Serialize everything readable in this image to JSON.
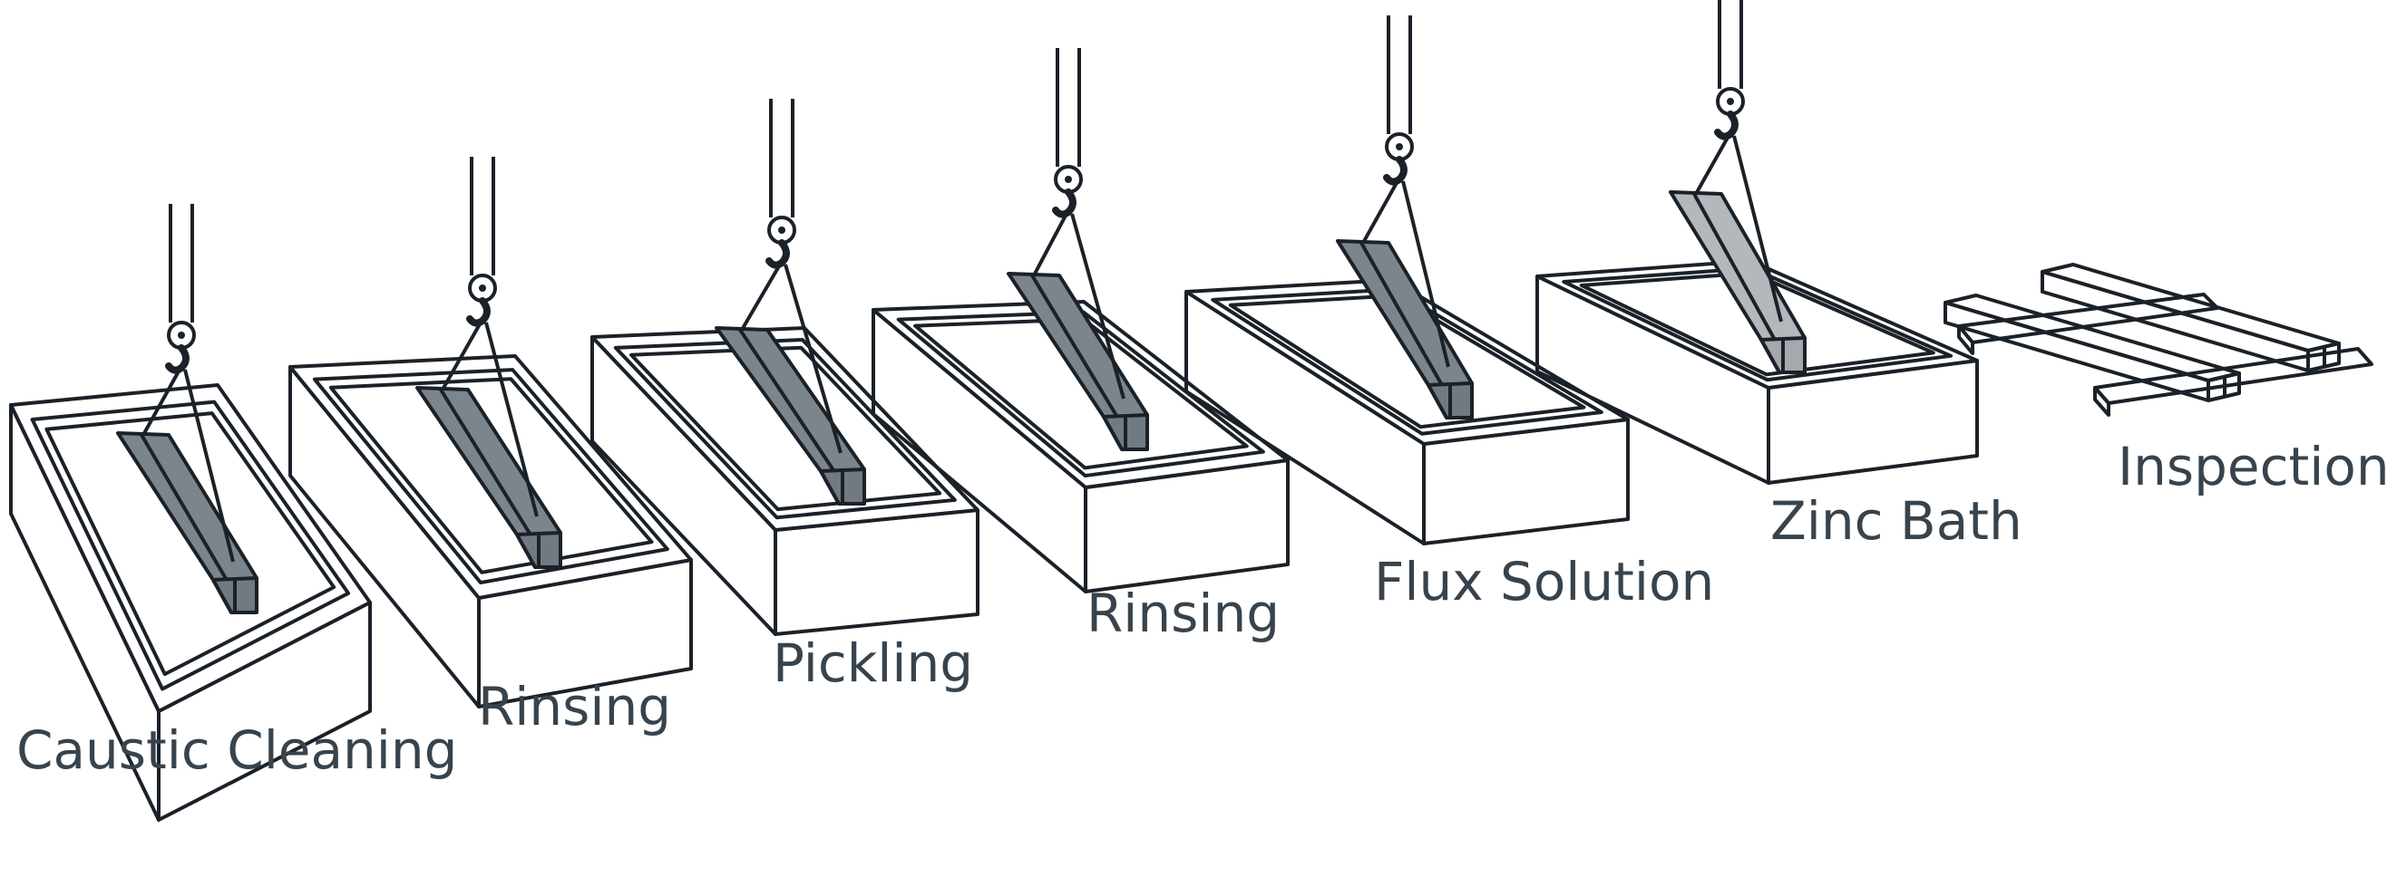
{
  "diagram": {
    "title": "",
    "stages": [
      {
        "label": "Caustic Cleaning",
        "tank_color": "#868e94",
        "tank_side": "#9aa1a6",
        "beam_color": "#7c858c"
      },
      {
        "label": "Rinsing",
        "tank_color": "#4a5862",
        "tank_side": "#56646e",
        "beam_color": "#7c858c"
      },
      {
        "label": "Pickling",
        "tank_color": "#36434b",
        "tank_side": "#404d55",
        "beam_color": "#7c858c"
      },
      {
        "label": "Rinsing",
        "tank_color": "#2c4a60",
        "tank_side": "#32536b",
        "beam_color": "#7c858c"
      },
      {
        "label": "Flux Solution",
        "tank_color": "#173249",
        "tank_side": "#1c3a53",
        "beam_color": "#7c858c"
      },
      {
        "label": "Zinc Bath",
        "tank_color": "#868e94",
        "tank_side": "#9aa1a6",
        "beam_color": "#b3b8bd"
      },
      {
        "label": "Inspection",
        "tank_color": "",
        "tank_side": "",
        "beam_color": "#b3b8bd"
      }
    ],
    "icons": [
      "crane-hook-icon",
      "galvanizing-tank-icon",
      "steel-beam-icon",
      "pallet-icon"
    ]
  }
}
